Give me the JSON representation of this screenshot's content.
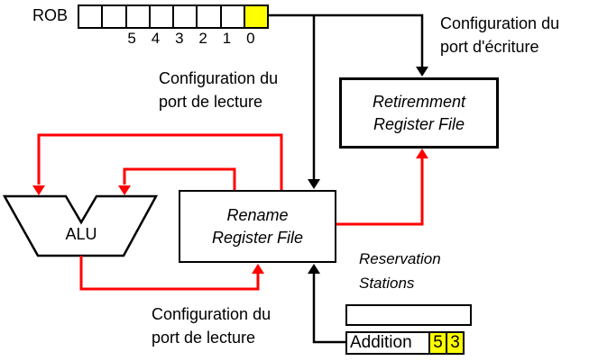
{
  "colors": {
    "accent_red": "#ff0000",
    "highlight_yellow": "#ffff00",
    "line_black": "#000000"
  },
  "rob": {
    "label": "ROB",
    "cell_count": 8,
    "highlighted_cell_index": 7,
    "index_labels": [
      "5",
      "4",
      "3",
      "2",
      "1",
      "0"
    ]
  },
  "labels": {
    "config_read_top_line1": "Configuration du",
    "config_read_top_line2": "port de lecture",
    "config_write_line1": "Configuration du",
    "config_write_line2": "port d'écriture",
    "config_read_bottom_line1": "Configuration du",
    "config_read_bottom_line2": "port de lecture"
  },
  "boxes": {
    "retirement": {
      "line1": "Retiremment",
      "line2": "Register File"
    },
    "rename": {
      "line1": "Rename",
      "line2": "Register File"
    },
    "alu": "ALU"
  },
  "reservation": {
    "title_line1": "Reservation",
    "title_line2": "Stations",
    "empty_row": "",
    "addition_row": {
      "label": "Addition",
      "operand1": "5",
      "operand2": "3"
    }
  }
}
